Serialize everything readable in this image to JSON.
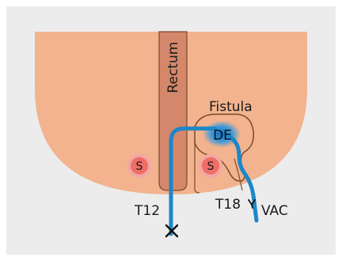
{
  "labels": {
    "rectum": "Rectum",
    "fistula": "Fistula",
    "de": "DE",
    "s_left": "S",
    "s_right": "S",
    "t12": "T12",
    "t18": "T18",
    "vac": "VAC"
  },
  "colors": {
    "background": "#ececec",
    "tissue": "#f2b38e",
    "tissue_outline": "#7a4a2e",
    "rectum": "#d4876a",
    "sphincter_fill": "#ee6e66",
    "sphincter_ring": "#f3a7a2",
    "tube": "#1b87c9",
    "de_glow": "#1f8fd8",
    "marker": "#111111"
  },
  "icons": {
    "drain_end": "x-mark-icon",
    "vac_connector": "y-connector-icon"
  }
}
